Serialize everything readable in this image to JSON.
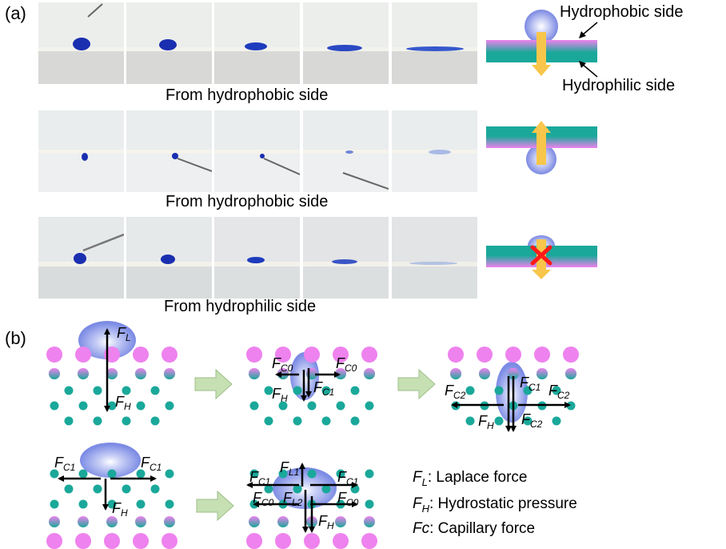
{
  "panel_a": {
    "label": "(a)",
    "rows": [
      {
        "caption": "From hydrophobic side"
      },
      {
        "caption": "From hydrophobic side"
      },
      {
        "caption": "From hydrophilic side"
      }
    ],
    "top_label": "Hydrophobic side",
    "bottom_label": "Hydrophilic side"
  },
  "panel_b": {
    "label": "(b)",
    "legend": [
      {
        "sym": "F",
        "sub": "L",
        "text": ": Laplace force"
      },
      {
        "sym": "F",
        "sub": "H",
        "text": ": Hydrostatic pressure"
      },
      {
        "sym": "Fc",
        "sub": "",
        "text": ": Capillary force"
      }
    ]
  },
  "colors": {
    "hydrophobic": "#ee82ee",
    "hydrophilic": "#1aa89a",
    "droplet": "#8a9ae8",
    "arrow_yellow": "#f8c64a",
    "cross": "#ff1a1a",
    "transition_arrow": "#c6e0b4"
  }
}
